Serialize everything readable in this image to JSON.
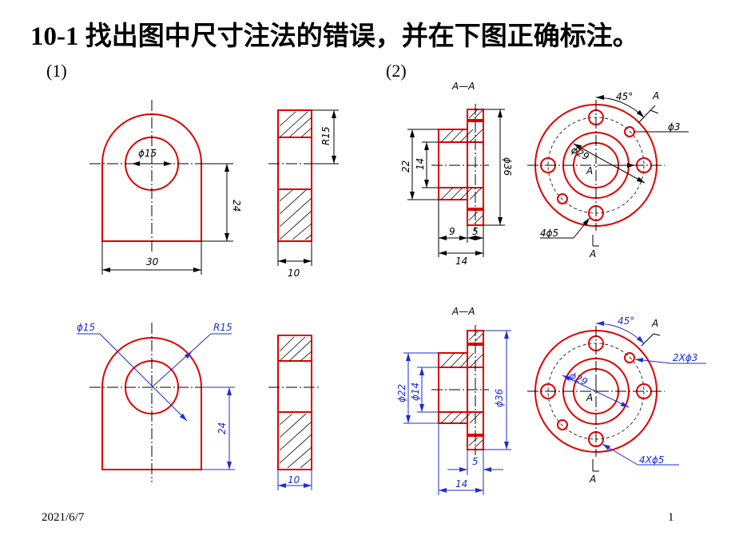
{
  "title": "10-1 找出图中尺寸注法的错误，并在下图正确标注。",
  "labels": {
    "p1": "(1)",
    "p2": "(2)"
  },
  "footer": {
    "date": "2021/6/7",
    "page": "1"
  },
  "dims_wrong_1": {
    "dia15": "ϕ15",
    "r15": "R15",
    "d24": "24",
    "d30": "30",
    "d10": "10"
  },
  "dims_correct_1": {
    "dia15": "ϕ15",
    "r15": "R15",
    "d24": "24",
    "d10": "10"
  },
  "dims_wrong_2": {
    "section": "A—A",
    "d22": "22",
    "d14": "14",
    "d36": "ϕ36",
    "d9": "9",
    "d5": "5",
    "d14b": "14",
    "angle": "45°",
    "holeA": "A",
    "phi3": "ϕ3",
    "phi29": "ϕ29",
    "centerA": "A",
    "holes": "4ϕ5",
    "bottomA": "A"
  },
  "dims_correct_2": {
    "section": "A—A",
    "d22": "ϕ22",
    "d14": "ϕ14",
    "d36": "ϕ36",
    "d5": "5",
    "d14b": "14",
    "angle": "45°",
    "holeA": "A",
    "phi3": "2Xϕ3",
    "phi29": "ϕ29",
    "centerA": "A",
    "holes": "4Xϕ5",
    "bottomA": "A"
  },
  "colors": {
    "outline": "#e00000",
    "dimension": "#000000",
    "dimension_correct": "#1c2dd6"
  }
}
